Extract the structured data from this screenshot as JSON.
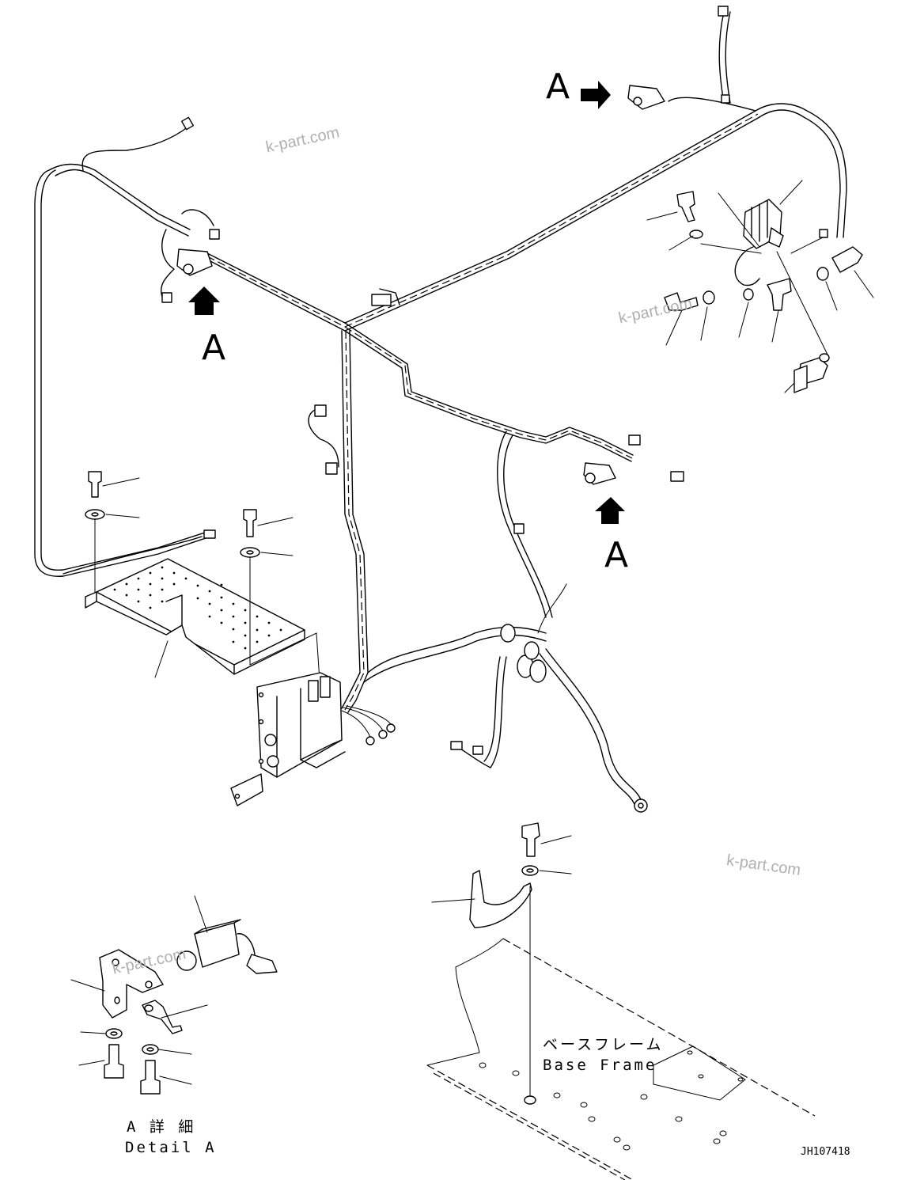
{
  "diagram": {
    "view_labels": [
      "A",
      "A",
      "A"
    ],
    "watermark": "k-part.com",
    "base_frame": {
      "jp": "ベースフレーム",
      "en": "Base Frame"
    },
    "detail": {
      "jp": "A 詳 細",
      "en": "Detail A"
    },
    "drawing_code": "JH107418"
  }
}
